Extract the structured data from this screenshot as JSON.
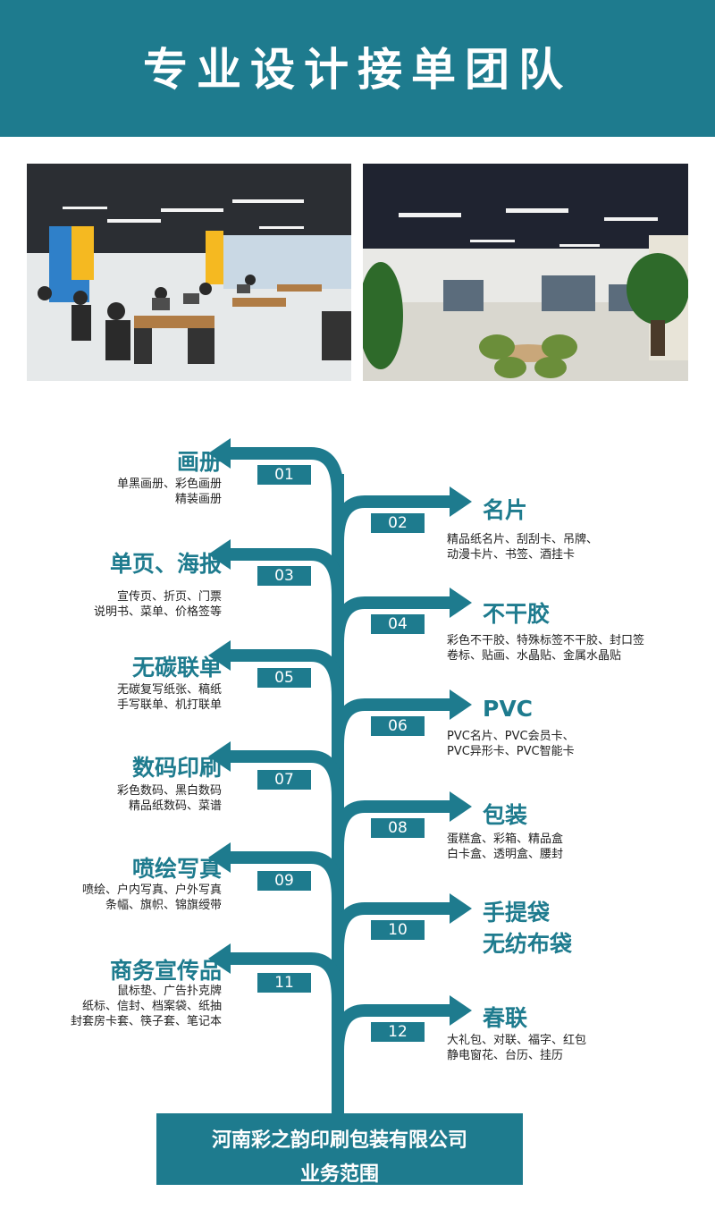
{
  "header": {
    "title": "专业设计接单团队"
  },
  "photos": [
    {
      "name": "office-photo"
    },
    {
      "name": "print-shop-photo"
    }
  ],
  "left_categories": [
    {
      "number": "01",
      "title": "画册",
      "desc": [
        "单黑画册、彩色画册",
        "精装画册"
      ]
    },
    {
      "number": "03",
      "title": "单页、海报",
      "desc": [
        "宣传页、折页、门票",
        "说明书、菜单、价格签等"
      ]
    },
    {
      "number": "05",
      "title": "无碳联单",
      "desc": [
        "无碳复写纸张、稿纸",
        "手写联单、机打联单"
      ]
    },
    {
      "number": "07",
      "title": "数码印刷",
      "desc": [
        "彩色数码、黑白数码",
        "精品纸数码、菜谱"
      ]
    },
    {
      "number": "09",
      "title": "喷绘写真",
      "desc": [
        "喷绘、户内写真、户外写真",
        "条幅、旗帜、锦旗绶带"
      ]
    },
    {
      "number": "11",
      "title": "商务宣传品",
      "desc": [
        "鼠标垫、广告扑克牌",
        "纸标、信封、档案袋、纸抽",
        "封套房卡套、筷子套、笔记本"
      ]
    }
  ],
  "right_categories": [
    {
      "number": "02",
      "title": "名片",
      "desc": [
        "精品纸名片、刮刮卡、吊牌、",
        "动漫卡片、书签、酒挂卡"
      ]
    },
    {
      "number": "04",
      "title": "不干胶",
      "desc": [
        "彩色不干胶、特殊标签不干胶、封口签",
        "卷标、贴画、水晶贴、金属水晶贴"
      ]
    },
    {
      "number": "06",
      "title": "PVC",
      "desc": [
        "PVC名片、PVC会员卡、",
        "PVC异形卡、PVC智能卡"
      ]
    },
    {
      "number": "08",
      "title": "包装",
      "desc": [
        "蛋糕盒、彩箱、精品盒",
        "白卡盒、透明盒、腰封"
      ]
    },
    {
      "number": "10",
      "title": "手提袋",
      "title2": "无纺布袋",
      "desc": []
    },
    {
      "number": "12",
      "title": "春联",
      "desc": [
        "大礼包、对联、福字、红包",
        "静电窗花、台历、挂历"
      ]
    }
  ],
  "footer": {
    "company": "河南彩之韵印刷包装有限公司",
    "label": "业务范围"
  },
  "colors": {
    "accent": "#1e7b8e",
    "text": "#222222"
  }
}
